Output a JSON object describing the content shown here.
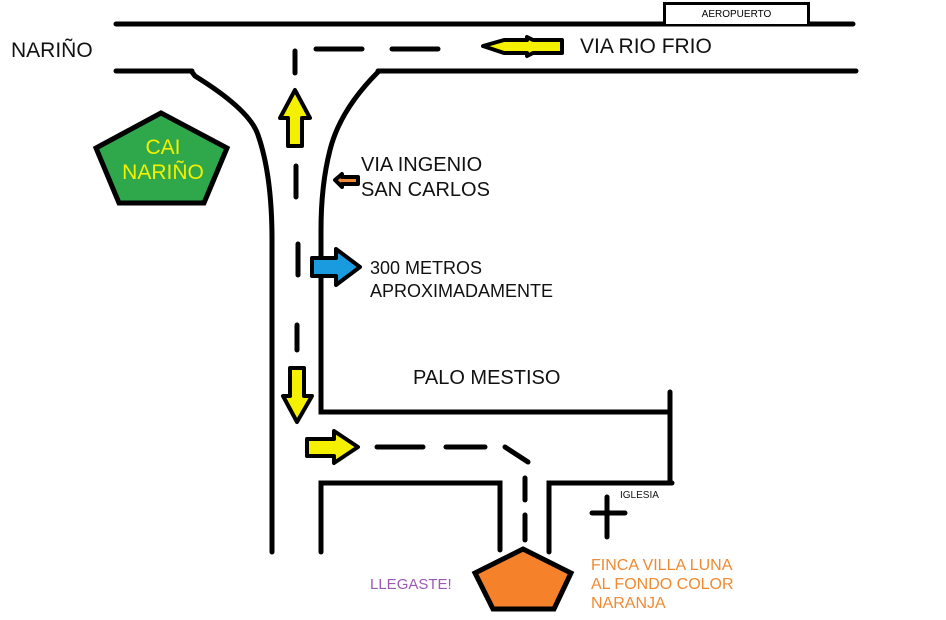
{
  "roads": {
    "narino": "NARIÑO",
    "via_rio_frio": "VIA RIO FRIO",
    "via_ingenio": [
      "VIA INGENIO",
      "SAN CARLOS"
    ],
    "palo_mestiso": "PALO MESTISO"
  },
  "landmarks": {
    "aeropuerto": "AEROPUERTO",
    "cai": [
      "CAI",
      "NARIÑO"
    ],
    "iglesia": "IGLESIA",
    "destination_note": [
      "FINCA VILLA LUNA",
      "AL FONDO COLOR",
      "NARANJA"
    ],
    "arrived": "LLEGASTE!"
  },
  "directions": {
    "distance": [
      "300 METROS",
      "APROXIMADAMENTE"
    ]
  },
  "colors": {
    "road": "#000000",
    "arrow_yellow": "#f5f000",
    "arrow_blue": "#1a9be0",
    "arrow_orange": "#f08a32",
    "cai_green": "#2ea84a",
    "destination_orange": "#f5812a",
    "arrived_purple": "#9b59b6"
  }
}
